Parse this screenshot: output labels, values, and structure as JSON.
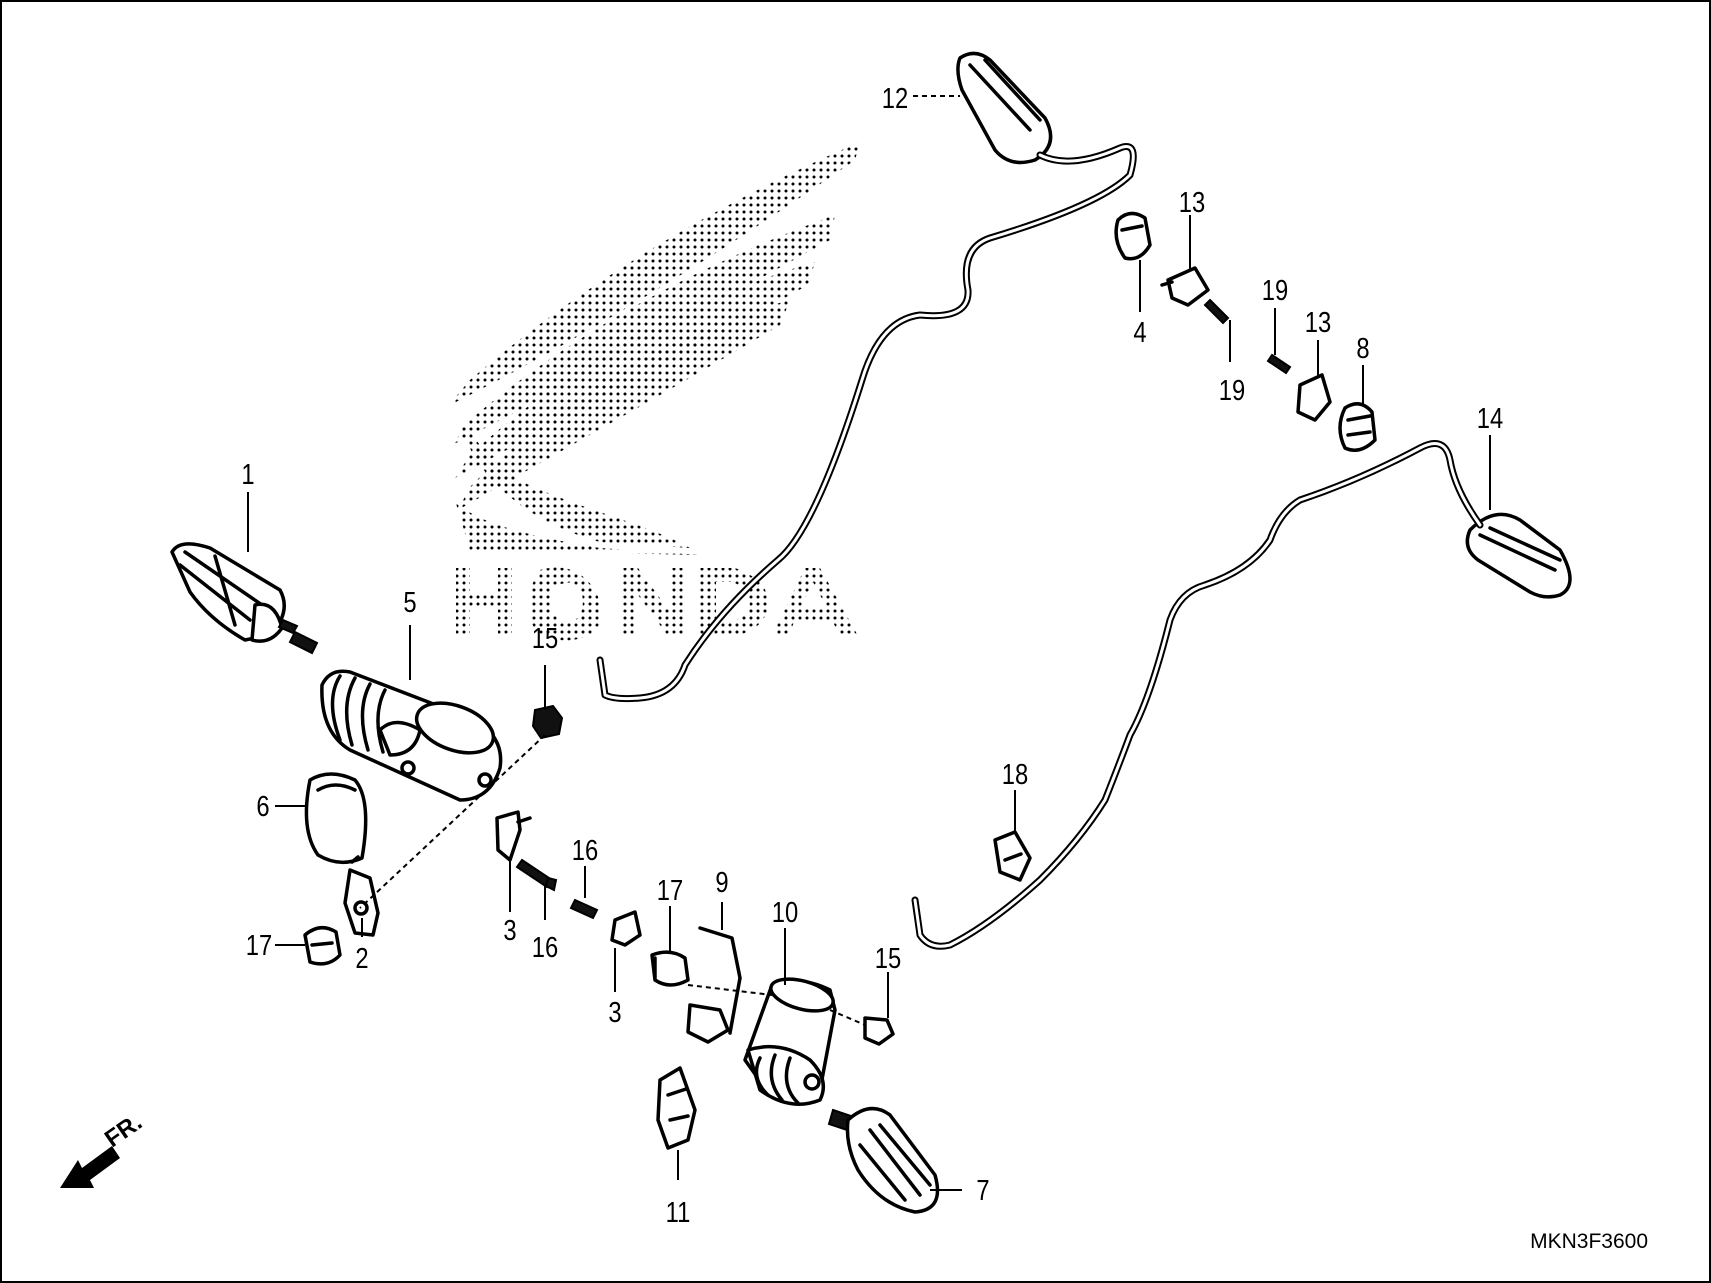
{
  "diagram": {
    "brand_watermark": "HONDA",
    "code": "MKN3F3600",
    "direction_label": "FR."
  },
  "callouts": [
    {
      "id": "c1",
      "label": "1"
    },
    {
      "id": "c2",
      "label": "2"
    },
    {
      "id": "c3a",
      "label": "3"
    },
    {
      "id": "c3b",
      "label": "3"
    },
    {
      "id": "c4",
      "label": "4"
    },
    {
      "id": "c5",
      "label": "5"
    },
    {
      "id": "c6",
      "label": "6"
    },
    {
      "id": "c7",
      "label": "7"
    },
    {
      "id": "c8",
      "label": "8"
    },
    {
      "id": "c9",
      "label": "9"
    },
    {
      "id": "c10",
      "label": "10"
    },
    {
      "id": "c11",
      "label": "11"
    },
    {
      "id": "c12",
      "label": "12"
    },
    {
      "id": "c13a",
      "label": "13"
    },
    {
      "id": "c13b",
      "label": "13"
    },
    {
      "id": "c14",
      "label": "14"
    },
    {
      "id": "c15a",
      "label": "15"
    },
    {
      "id": "c15b",
      "label": "15"
    },
    {
      "id": "c16a",
      "label": "16"
    },
    {
      "id": "c16b",
      "label": "16"
    },
    {
      "id": "c17a",
      "label": "17"
    },
    {
      "id": "c17b",
      "label": "17"
    },
    {
      "id": "c18",
      "label": "18"
    },
    {
      "id": "c19a",
      "label": "19"
    },
    {
      "id": "c19b",
      "label": "19"
    }
  ]
}
